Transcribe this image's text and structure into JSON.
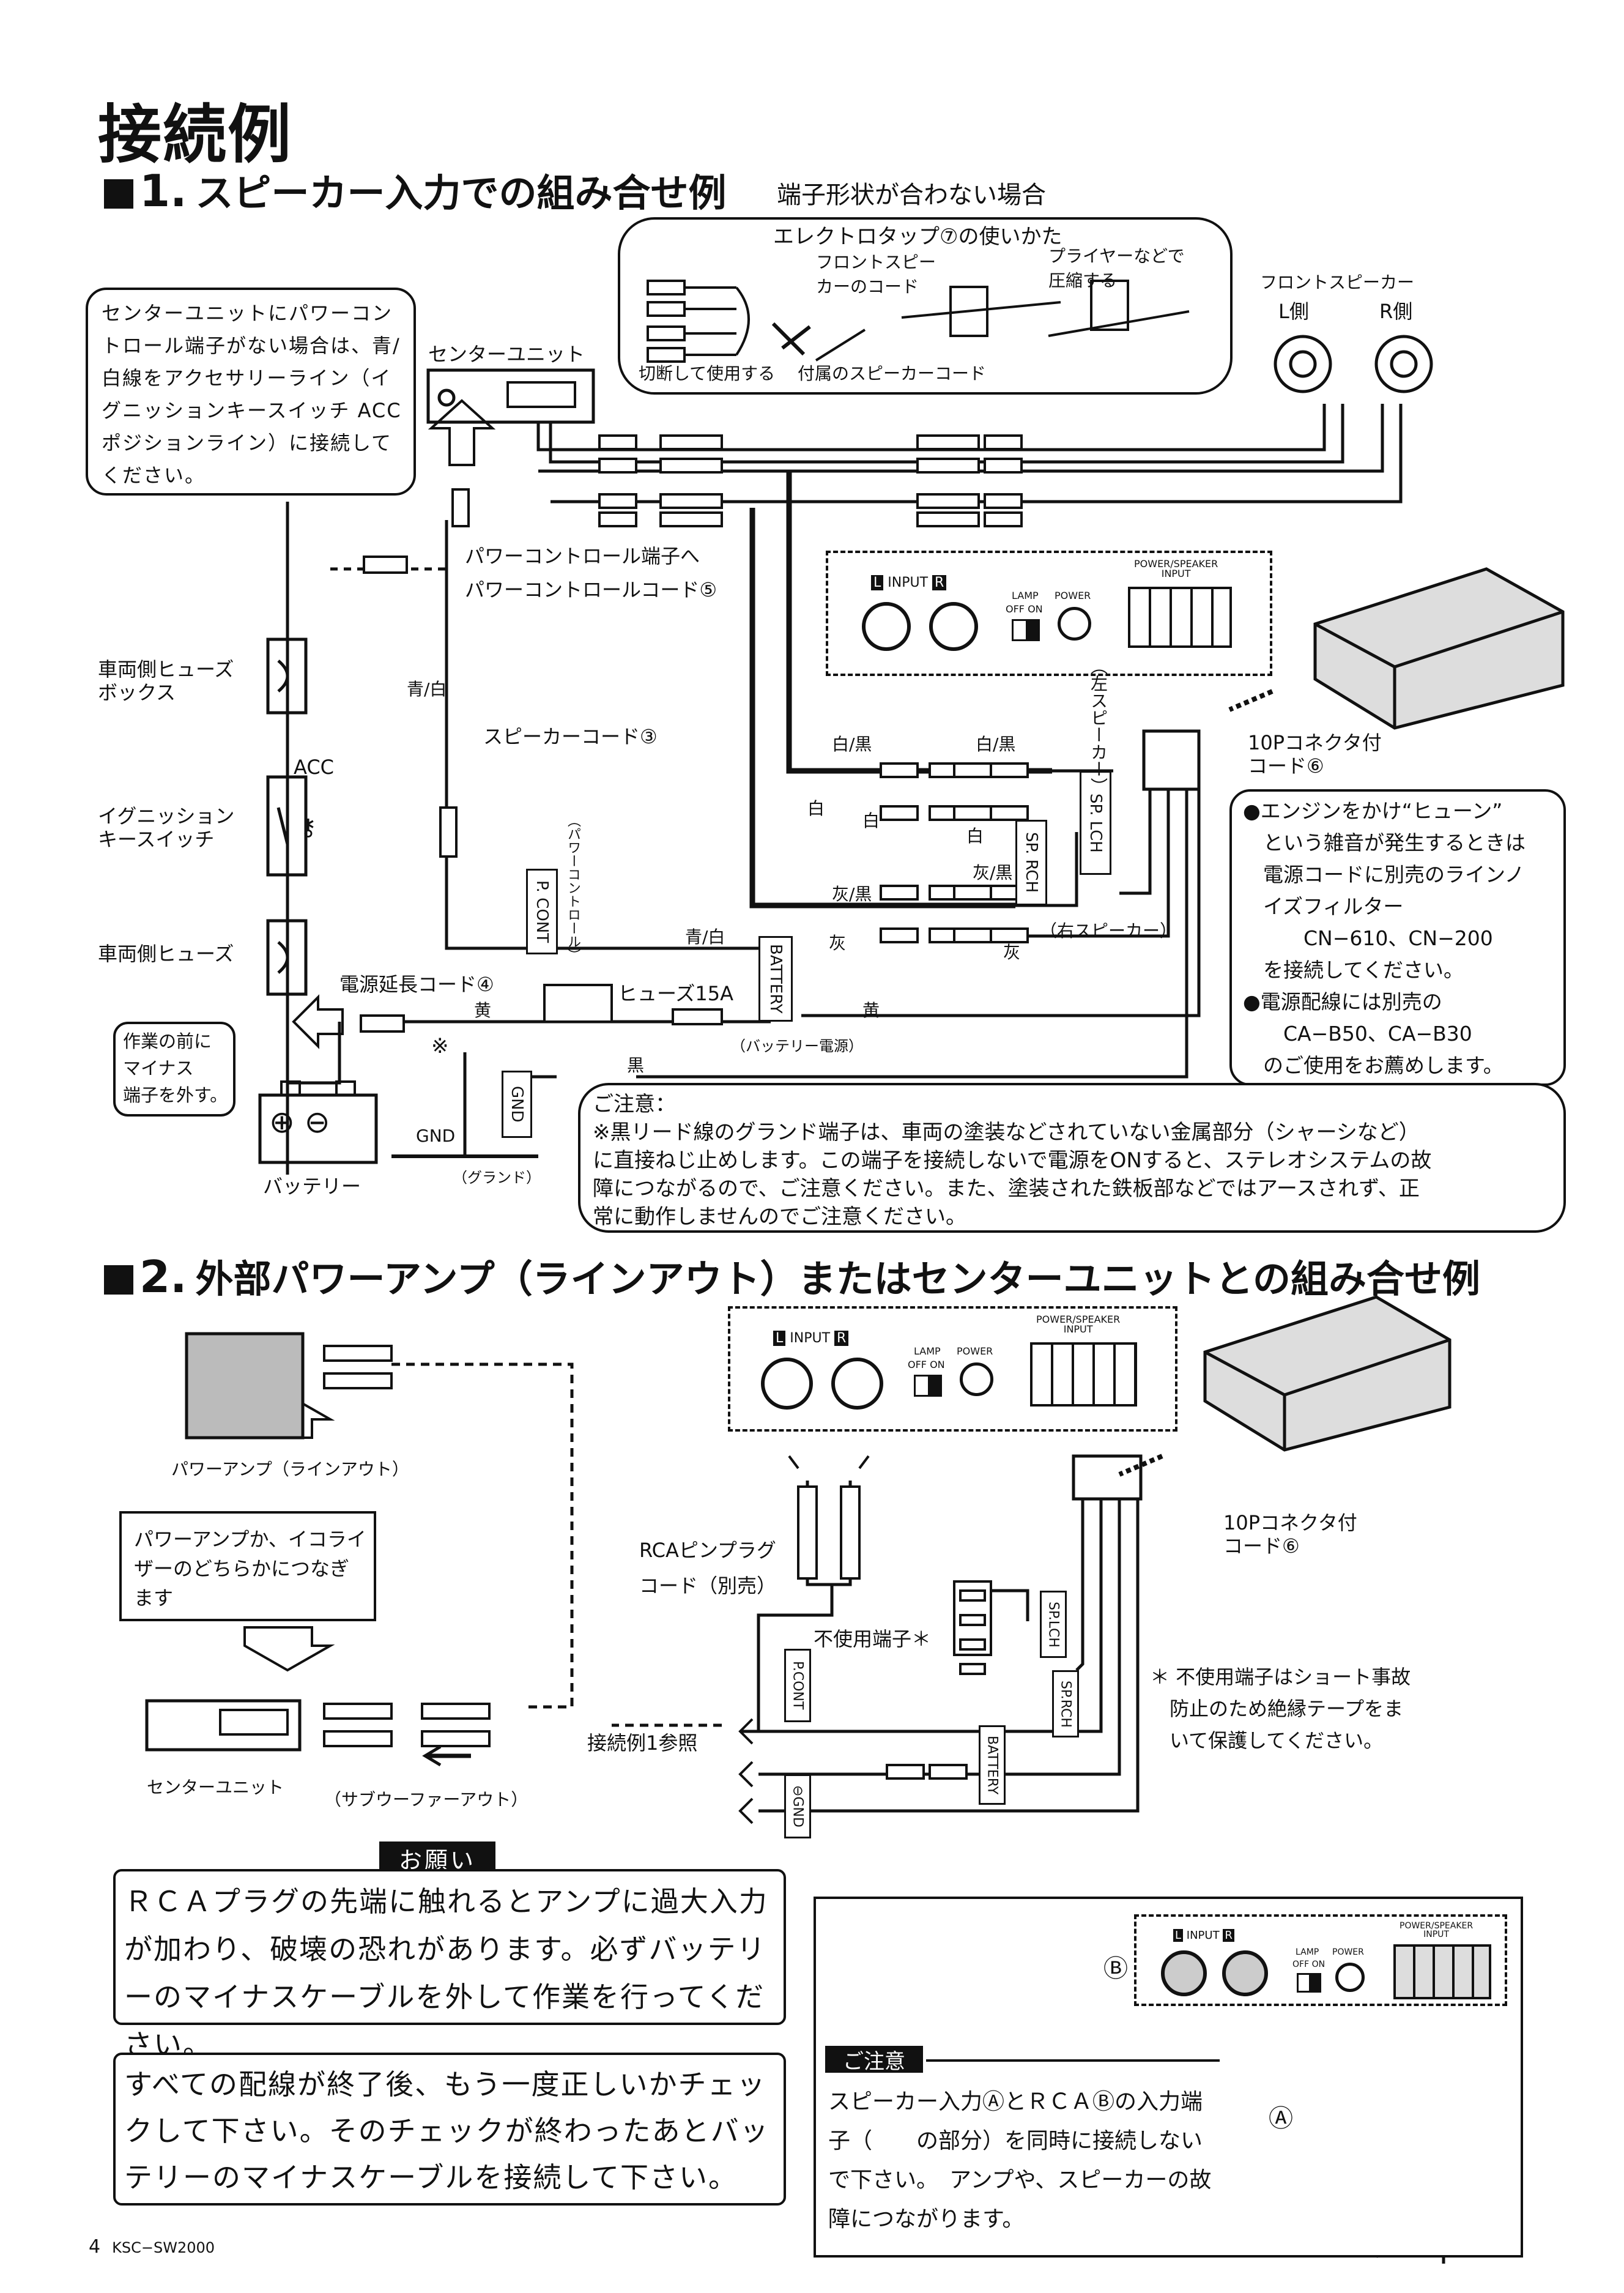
{
  "page": {
    "title": "接続例",
    "footer_page": "4",
    "footer_model": "KSC−SW2000"
  },
  "section1": {
    "number": "1.",
    "title": "スピーカー入力での組み合せ例",
    "terminal_mismatch_title": "端子形状が合わない場合",
    "electrotap_title": "エレクトロタップ⑦の使いかた",
    "front_speaker_cord": "フロントスピー\nカーのコード",
    "pliers_note": "プライヤーなどで\n圧縮する",
    "cut_use": "切断して使用する",
    "included_speaker_cord": "付属のスピーカーコード",
    "front_speaker": "フロントスピーカー",
    "l_side": "L側",
    "r_side": "R側",
    "center_unit_note": "センターユニットにパワーコントロール端子がない場合は、青/白線をアクセサリーライン（イグニッションキースイッチ ACCポジションライン）に接続してください。",
    "center_unit": "センターユニット",
    "power_control_terminal": "パワーコントロール端子へ",
    "power_control_cord": "パワーコントロールコード⑤",
    "fuse_box": "車両側ヒューズ\nボックス",
    "blue_white": "青/白",
    "speaker_cord": "スピーカーコード③",
    "white_black_1": "白/黒",
    "white_black_2": "白/黒",
    "white_1": "白",
    "white_2": "白",
    "white_3": "白",
    "gray_black_1": "灰/黒",
    "gray_black_2": "灰/黒",
    "gray_1": "灰",
    "gray_2": "灰",
    "sp_rch": "SP. RCH",
    "sp_lch": "SP. LCH",
    "left_speaker": "（左スピーカー）",
    "right_speaker": "（右スピーカー）",
    "acc": "ACC",
    "ignition": "イグニッション\nキースイッチ",
    "p_cont": "P. CONT",
    "p_cont_sub": "（パワーコントロール）",
    "blue_white_2": "青/白",
    "battery_tag": "BATTERY",
    "battery_power": "（バッテリー電源）",
    "vehicle_fuse": "車両側ヒューズ",
    "power_ext_cord": "電源延長コード④",
    "fuse15a": "ヒューズ15A",
    "yellow_1": "黄",
    "yellow_2": "黄",
    "black": "黒",
    "asterisk": "※",
    "before_work": "作業の前に\nマイナス\n端子を外す。",
    "gnd": "GND",
    "gnd_tag": "GND",
    "ground": "（グランド）",
    "battery": "バッテリー",
    "connector_10p": "10Pコネクタ付\nコード⑥",
    "engine_note": [
      "●エンジンをかけ“ヒューン”",
      "　という雑音が発生するときは",
      "　電源コードに別売のラインノ",
      "　イズフィルター",
      "　　　CN−610、CN−200",
      "　を接続してください。",
      "●電源配線には別売の",
      "　　CA−B50、CA−B30",
      "　のご使用をお薦めします。"
    ],
    "caution_title": "ご注意：",
    "caution_lines": [
      "※黒リード線のグランド端子は、車両の塗装などされていない金属部分（シャーシなど）",
      "に直接ねじ止めします。この端子を接続しないで電源をONすると、ステレオシステムの故",
      "障につながるので、ご注意ください。また、塗装された鉄板部などではアースされず、正",
      "常に動作しませんのでご注意ください。"
    ],
    "panel": {
      "l": "L",
      "input": "INPUT",
      "r": "R",
      "lamp": "LAMP",
      "off_on": "OFF ON",
      "power": "POWER",
      "power_speaker_input": "POWER/SPEAKER\nINPUT"
    }
  },
  "section2": {
    "number": "2.",
    "title": "外部パワーアンプ（ラインアウト）またはセンターユニットとの組み合せ例",
    "power_amp": "パワーアンプ（ラインアウト）",
    "amp_or_eq": "パワーアンプか、イコライザーのどちらかにつなぎます",
    "center_unit": "センターユニット",
    "subwoofer_out": "（サブウーファーアウト）",
    "rca_cord": "RCAピンプラグ\nコード（別売）",
    "unused_terminal": "不使用端子＊",
    "connector_10p": "10Pコネクタ付\nコード⑥",
    "unused_note": "＊ 不使用端子はショート事故\n　防止のため絶縁テープをま\n　いて保護してください。",
    "see_example": "接続例1参照",
    "p_cont": "P.CONT",
    "gnd": "⊖GND",
    "battery": "BATTERY",
    "sp_lch": "SP.LCH",
    "sp_rch": "SP.RCH",
    "panel": {
      "l": "L",
      "input": "INPUT",
      "r": "R",
      "lamp": "LAMP",
      "off_on": "OFF ON",
      "power": "POWER",
      "power_speaker_input": "POWER/SPEAKER\nINPUT"
    }
  },
  "request": {
    "title": "お願い",
    "text": "ＲＣＡプラグの先端に触れるとアンプに過大入力が加わり、破壊の恐れがあります。必ずバッテリーのマイナスケーブルを外して作業を行ってください。"
  },
  "final_check": {
    "text": "すべての配線が終了後、もう一度正しいかチェックして下さい。そのチェックが終わったあとバッテリーのマイナスケーブルを接続して下さい。"
  },
  "inset": {
    "b_mark": "Ⓑ",
    "a_mark": "Ⓐ",
    "caution_title": "ご注意",
    "caution_text": "スピーカー入力ⒶとＲＣＡⒷの入力端子（　　の部分）を同時に接続しないで下さい。　アンプや、スピーカーの故障につながります。",
    "panel": {
      "l": "L",
      "input": "INPUT",
      "r": "R",
      "lamp": "LAMP",
      "off_on": "OFF ON",
      "power": "POWER",
      "power_speaker_input": "POWER/SPEAKER\nINPUT"
    }
  }
}
